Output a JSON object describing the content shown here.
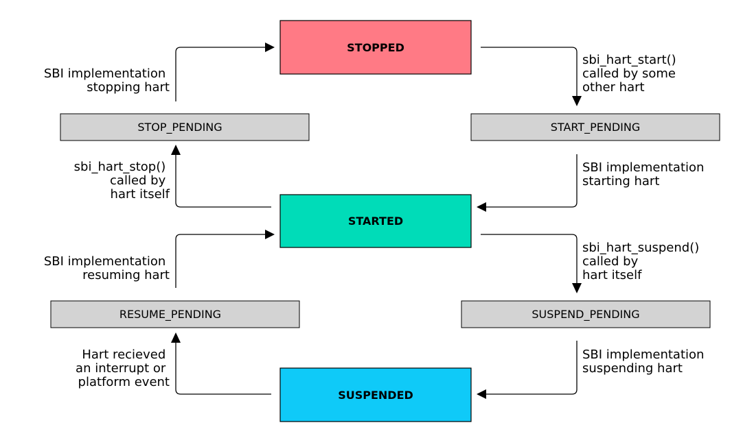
{
  "states": {
    "stopped": {
      "label": "STOPPED",
      "color": "#ff7a85"
    },
    "started": {
      "label": "STARTED",
      "color": "#00dcb8"
    },
    "suspended": {
      "label": "SUSPENDED",
      "color": "#0fcaf8"
    },
    "stop_pending": {
      "label": "STOP_PENDING",
      "color": "#d3d3d3"
    },
    "start_pending": {
      "label": "START_PENDING",
      "color": "#d3d3d3"
    },
    "resume_pending": {
      "label": "RESUME_PENDING",
      "color": "#d3d3d3"
    },
    "suspend_pending": {
      "label": "SUSPEND_PENDING",
      "color": "#d3d3d3"
    }
  },
  "transitions": {
    "stop_pending_to_stopped": [
      "SBI implementation",
      "stopping hart"
    ],
    "stopped_to_start_pending": [
      "sbi_hart_start()",
      "called by some",
      "other hart"
    ],
    "started_to_stop_pending": [
      "sbi_hart_stop()",
      "called by",
      "hart itself"
    ],
    "start_pending_to_started": [
      "SBI implementation",
      "starting hart"
    ],
    "resume_pending_to_started": [
      "SBI implementation",
      "resuming hart"
    ],
    "started_to_suspend_pending": [
      "sbi_hart_suspend()",
      "called by",
      "hart itself"
    ],
    "suspended_to_resume_pending": [
      "Hart recieved",
      "an interrupt or",
      "platform event"
    ],
    "suspend_pending_to_suspended": [
      "SBI implementation",
      "suspending hart"
    ]
  }
}
